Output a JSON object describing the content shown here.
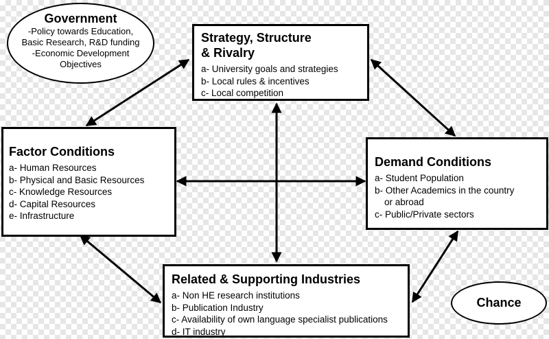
{
  "government": {
    "title": "Government",
    "items": [
      "-Policy towards Education,",
      "Basic Research, R&D funding",
      "-Economic Development",
      "Objectives"
    ]
  },
  "strategy": {
    "title_line1": "Strategy, Structure",
    "title_line2": "& Rivalry",
    "items": [
      "a- University goals and strategies",
      "b- Local rules & incentives",
      "c- Local competition"
    ]
  },
  "factor": {
    "title": "Factor Conditions",
    "items": [
      "a- Human Resources",
      "b- Physical and Basic Resources",
      "c- Knowledge Resources",
      "d- Capital Resources",
      "e- Infrastructure"
    ]
  },
  "demand": {
    "title": "Demand Conditions",
    "items": [
      "a- Student Population",
      "b- Other Academics in the country",
      "or abroad",
      "c- Public/Private sectors"
    ]
  },
  "related": {
    "title": "Related & Supporting Industries",
    "items": [
      "a- Non HE research institutions",
      "b- Publication Industry",
      "c- Availability of own language specialist publications",
      "d- IT industry"
    ]
  },
  "chance": {
    "label": "Chance"
  },
  "colors": {
    "stroke": "#000000",
    "box_fill": "#ffffff",
    "checker": "#e6e6e6"
  }
}
